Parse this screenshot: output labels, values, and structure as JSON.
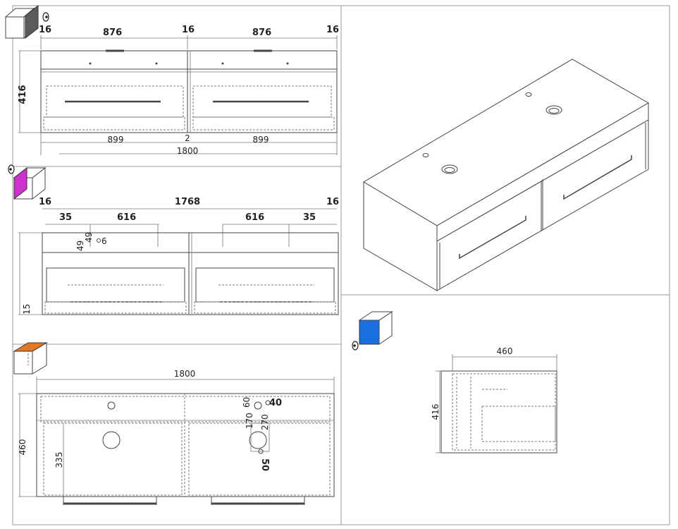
{
  "colors": {
    "front_view_face": "#5b5b5b",
    "back_view_face": "#cc33cc",
    "top_view_face": "#e87722",
    "side_view_face": "#1a6fe0"
  },
  "icons": {
    "eye": "eye-icon",
    "view_cube": "view-cube-icon"
  },
  "front_view": {
    "top_dims": [
      "16",
      "876",
      "16",
      "876",
      "16"
    ],
    "height": "416",
    "bottom_dims": [
      "899",
      "2",
      "899"
    ],
    "total_width": "1800"
  },
  "back_view": {
    "top_dims": [
      "16",
      "1768",
      "16"
    ],
    "hole_dims": [
      "35",
      "616",
      "616",
      "35"
    ],
    "small_dims": [
      "49",
      "49"
    ],
    "hole_diameter": "6",
    "bottom_offset": "15"
  },
  "top_view": {
    "width": "1800",
    "depth": "460",
    "basin_offset": "335",
    "dims": [
      "170",
      "60",
      "270",
      "40",
      "50"
    ]
  },
  "side_view": {
    "width": "460",
    "height": "416"
  }
}
